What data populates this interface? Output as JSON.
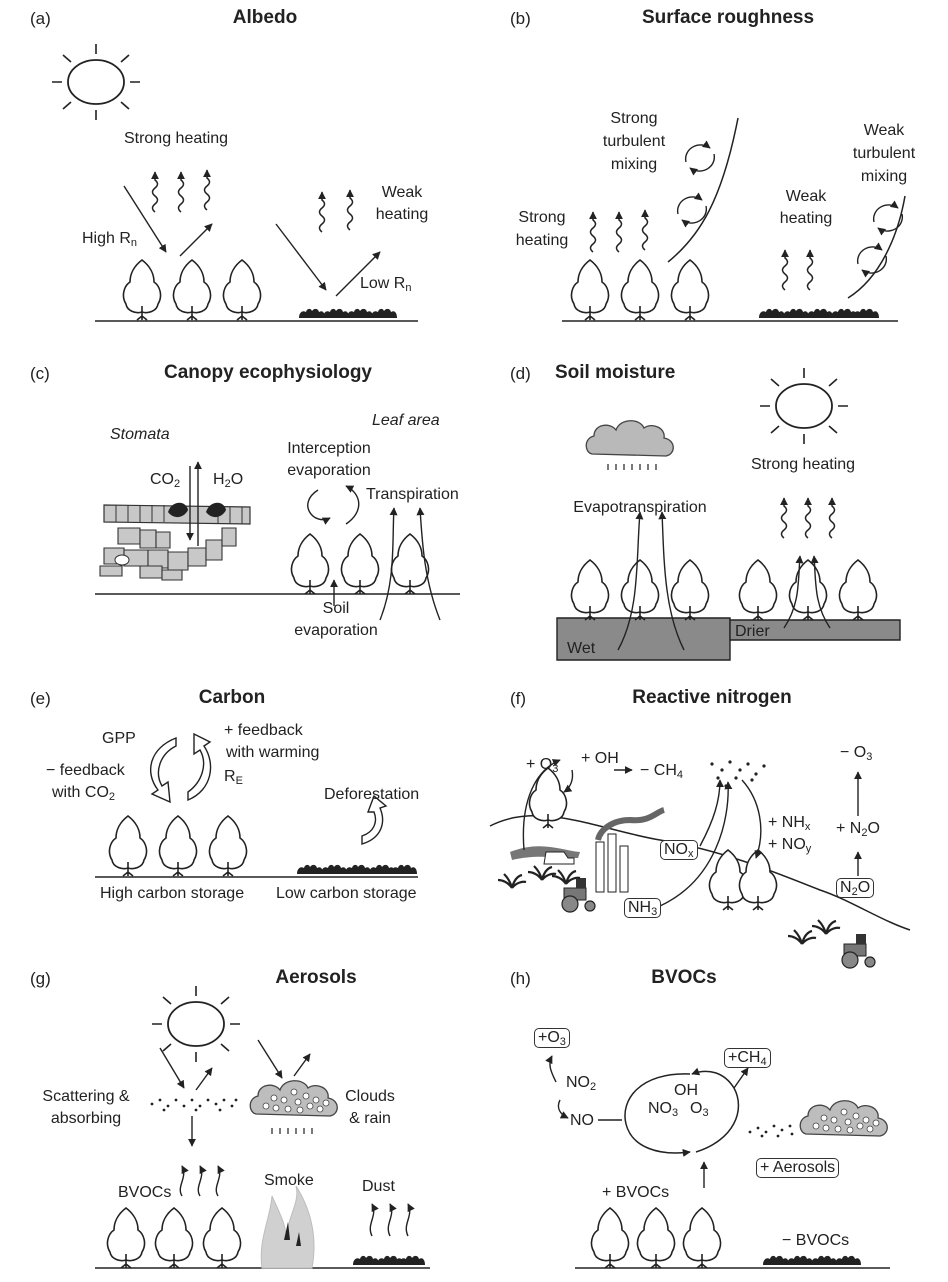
{
  "a": {
    "label": "(a)",
    "title": "Albedo",
    "strong": "Strong heating",
    "weak1": "Weak",
    "weak2": "heating",
    "high": "High R",
    "high_sub": "n",
    "low": "Low R",
    "low_sub": "n"
  },
  "b": {
    "label": "(b)",
    "title": "Surface roughness",
    "stm1": "Strong",
    "stm2": "turbulent",
    "stm3": "mixing",
    "sh1": "Strong",
    "sh2": "heating",
    "wh1": "Weak",
    "wh2": "heating",
    "wtm1": "Weak",
    "wtm2": "turbulent",
    "wtm3": "mixing"
  },
  "c": {
    "label": "(c)",
    "title": "Canopy ecophysiology",
    "stomata": "Stomata",
    "leaf": "Leaf area",
    "co2": "CO",
    "co2_sub": "2",
    "h2o_a": "H",
    "h2o_sub": "2",
    "h2o_b": "O",
    "ie1": "Interception",
    "ie2": "evaporation",
    "trans": "Transpiration",
    "se1": "Soil",
    "se2": "evaporation"
  },
  "d": {
    "label": "(d)",
    "title": "Soil moisture",
    "strong": "Strong heating",
    "evapo": "Evapotranspiration",
    "wet": "Wet",
    "drier": "Drier"
  },
  "e": {
    "label": "(e)",
    "title": "Carbon",
    "gpp": "GPP",
    "nfb1": "− feedback",
    "nfb2a": "with CO",
    "nfb2_sub": "2",
    "pfb1": "+ feedback",
    "pfb2": "with warming",
    "re": "R",
    "re_sub": "E",
    "defo": "Deforestation",
    "high": "High carbon storage",
    "low": "Low carbon storage"
  },
  "f": {
    "label": "(f)",
    "title": "Reactive nitrogen",
    "o3a": "+ O",
    "o3_sub": "3",
    "oh": "+ OH",
    "ch4a": "− CH",
    "ch4_sub": "4",
    "minus_o3a": "− O",
    "minus_o3_sub": "3",
    "nhx_a": "+ NH",
    "nhx_sub": "x",
    "noy_a": "+ NO",
    "noy_sub": "y",
    "n2o_a": "+ N",
    "n2o_sub": "2",
    "n2o_b": "O",
    "nox_a": "NO",
    "nox_sub": "x",
    "nh3_a": "NH",
    "nh3_sub": "3",
    "box_n2o_a": "N",
    "box_n2o_sub": "2",
    "box_n2o_b": "O"
  },
  "g": {
    "label": "(g)",
    "title": "Aerosols",
    "scat1": "Scattering &",
    "scat2": "absorbing",
    "cl1": "Clouds",
    "cl2": "& rain",
    "bvocs": "BVOCs",
    "smoke": "Smoke",
    "dust": "Dust"
  },
  "h": {
    "label": "(h)",
    "title": "BVOCs",
    "o3box_a": "+O",
    "o3box_sub": "3",
    "no2_a": "NO",
    "no2_sub": "2",
    "no": "NO",
    "oh": "OH",
    "no3_a": "NO",
    "no3_sub": "3",
    "o3_a": "O",
    "o3_sub": "3",
    "ch4box_a": "+CH",
    "ch4box_sub": "4",
    "aer": "+ Aerosols",
    "pbv": "+ BVOCs",
    "mbv": "− BVOCs"
  }
}
